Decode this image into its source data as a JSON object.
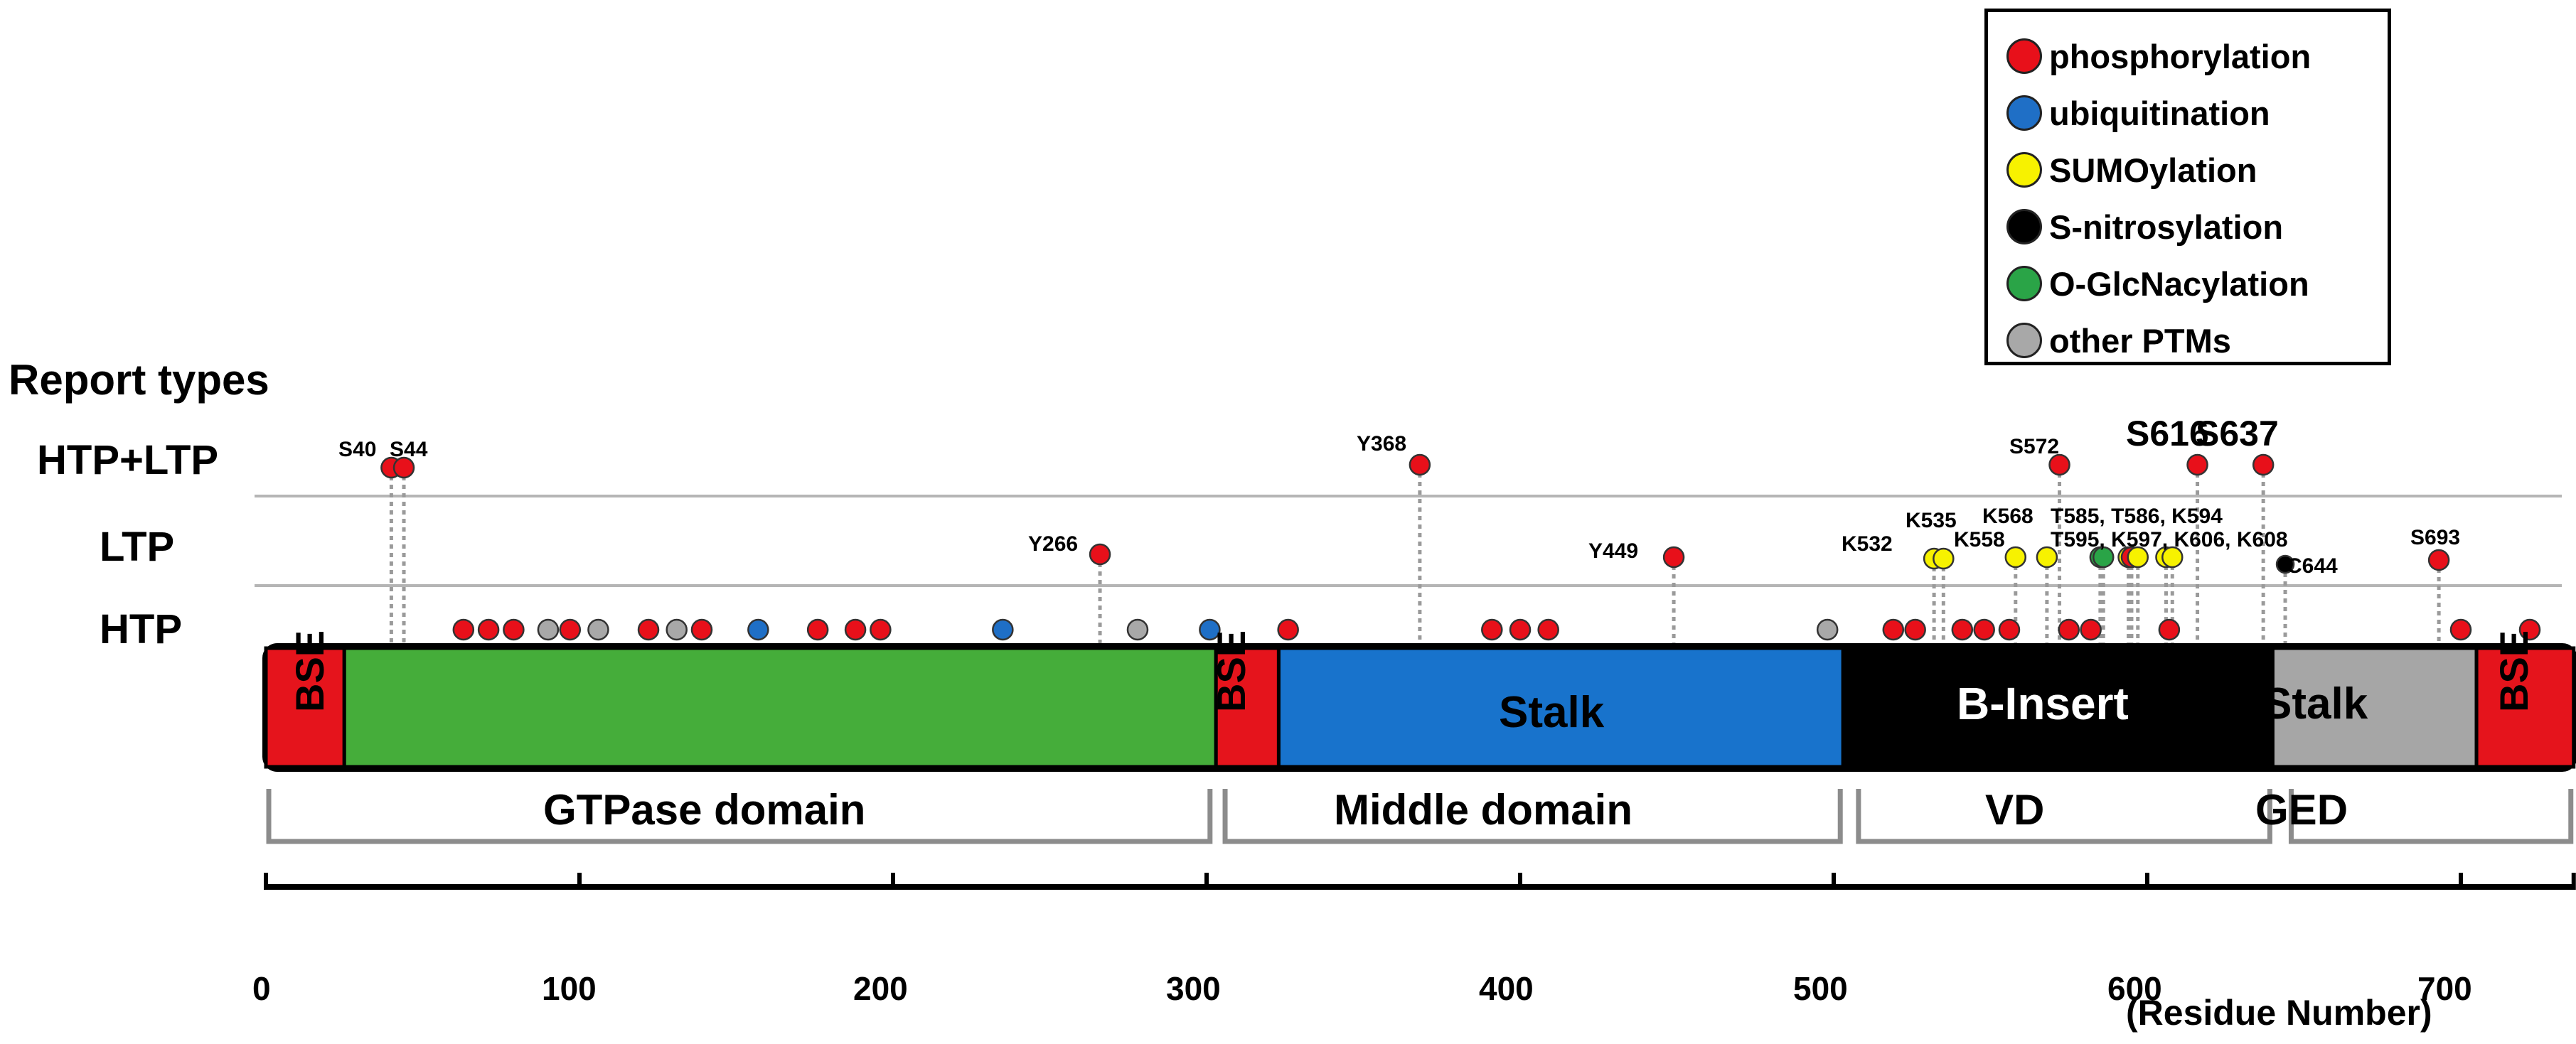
{
  "colors": {
    "phosphorylation": "#e8101a",
    "ubiquitination": "#1f6fc6",
    "sumoylation": "#f7f200",
    "s_nitrosylation": "#000000",
    "o_glcnacylation": "#2aa447",
    "other": "#a8a8a8",
    "gtpase": "#45ad3a",
    "stalk_mid": "#1873cc",
    "binsert": "#000000",
    "stalk_ged": "#a6a6a6",
    "bse": "#e5141c"
  },
  "legend": {
    "items": [
      {
        "key": "phosphorylation",
        "label": "phosphorylation"
      },
      {
        "key": "ubiquitination",
        "label": "ubiquitination"
      },
      {
        "key": "sumoylation",
        "label": "SUMOylation"
      },
      {
        "key": "s_nitrosylation",
        "label": "S-nitrosylation"
      },
      {
        "key": "o_glcnacylation",
        "label": "O-GlcNacylation"
      },
      {
        "key": "other",
        "label": "other PTMs"
      }
    ]
  },
  "report_types": {
    "heading": "Report types",
    "rows": [
      {
        "key": "htp_ltp",
        "label": "HTP+LTP"
      },
      {
        "key": "ltp",
        "label": "LTP"
      },
      {
        "key": "htp",
        "label": "HTP"
      }
    ]
  },
  "protein": {
    "domains": [
      {
        "name": "bse1",
        "label": "BSE",
        "start": 0,
        "end": 25,
        "color_key": "bse"
      },
      {
        "name": "gtpase-block",
        "label": "",
        "start": 25,
        "end": 303,
        "color_key": "gtpase"
      },
      {
        "name": "bse2",
        "label": "BSE",
        "start": 303,
        "end": 323,
        "color_key": "bse"
      },
      {
        "name": "stalk-middle",
        "label": "Stalk",
        "start": 323,
        "end": 503,
        "color_key": "stalk_mid"
      },
      {
        "name": "b-insert",
        "label": "B-Insert",
        "start": 503,
        "end": 640,
        "color_key": "binsert"
      },
      {
        "name": "stalk-ged",
        "label": "Stalk",
        "start": 640,
        "end": 705,
        "color_key": "stalk_ged"
      },
      {
        "name": "bse3",
        "label": "BSE",
        "start": 705,
        "end": 736,
        "color_key": "bse"
      }
    ],
    "regions": [
      {
        "label": "GTPase domain",
        "start": 0,
        "end": 302
      },
      {
        "label": "Middle domain",
        "start": 305,
        "end": 503
      },
      {
        "label": "VD",
        "start": 507,
        "end": 640
      },
      {
        "label": "GED",
        "start": 645,
        "end": 736
      }
    ]
  },
  "axis": {
    "ticks": [
      "0",
      "100",
      "200",
      "300",
      "400",
      "500",
      "600",
      "700"
    ],
    "tick_values": [
      0,
      100,
      200,
      300,
      400,
      500,
      600,
      700
    ],
    "range": [
      0,
      736
    ],
    "unit_label": "(Residue Number)"
  },
  "sites": {
    "htp_ltp": [
      {
        "residue": 40,
        "type": "phosphorylation",
        "label": "S40"
      },
      {
        "residue": 44,
        "type": "phosphorylation",
        "label": "S44"
      },
      {
        "residue": 368,
        "type": "phosphorylation",
        "label": "Y368"
      },
      {
        "residue": 572,
        "type": "phosphorylation",
        "label": "S572"
      },
      {
        "residue": 616,
        "type": "phosphorylation",
        "label": "S616"
      },
      {
        "residue": 637,
        "type": "phosphorylation",
        "label": "S637"
      }
    ],
    "ltp": [
      {
        "residue": 266,
        "type": "phosphorylation",
        "label": "Y266"
      },
      {
        "residue": 449,
        "type": "phosphorylation",
        "label": "Y449"
      },
      {
        "residue": 532,
        "type": "sumoylation",
        "label": "K532"
      },
      {
        "residue": 535,
        "type": "sumoylation",
        "label": "K535"
      },
      {
        "residue": 558,
        "type": "sumoylation",
        "label": "K558"
      },
      {
        "residue": 568,
        "type": "sumoylation",
        "label": "K568"
      },
      {
        "residue": 585,
        "type": "o_glcnacylation",
        "label": "T585"
      },
      {
        "residue": 586,
        "type": "o_glcnacylation",
        "label": "T586"
      },
      {
        "residue": 594,
        "type": "sumoylation",
        "label": "K594"
      },
      {
        "residue": 595,
        "type": "phosphorylation",
        "label": "T595"
      },
      {
        "residue": 597,
        "type": "sumoylation",
        "label": "K597"
      },
      {
        "residue": 606,
        "type": "sumoylation",
        "label": "K606"
      },
      {
        "residue": 608,
        "type": "sumoylation",
        "label": "K608"
      },
      {
        "residue": 644,
        "type": "s_nitrosylation",
        "label": "C644"
      },
      {
        "residue": 693,
        "type": "phosphorylation",
        "label": "S693"
      }
    ],
    "htp": [
      {
        "residue": 63,
        "type": "phosphorylation"
      },
      {
        "residue": 71,
        "type": "phosphorylation"
      },
      {
        "residue": 79,
        "type": "phosphorylation"
      },
      {
        "residue": 90,
        "type": "other"
      },
      {
        "residue": 97,
        "type": "phosphorylation"
      },
      {
        "residue": 106,
        "type": "other"
      },
      {
        "residue": 122,
        "type": "phosphorylation"
      },
      {
        "residue": 131,
        "type": "other"
      },
      {
        "residue": 139,
        "type": "phosphorylation"
      },
      {
        "residue": 157,
        "type": "ubiquitination"
      },
      {
        "residue": 176,
        "type": "phosphorylation"
      },
      {
        "residue": 188,
        "type": "phosphorylation"
      },
      {
        "residue": 196,
        "type": "phosphorylation"
      },
      {
        "residue": 235,
        "type": "ubiquitination"
      },
      {
        "residue": 278,
        "type": "other"
      },
      {
        "residue": 301,
        "type": "ubiquitination"
      },
      {
        "residue": 326,
        "type": "phosphorylation"
      },
      {
        "residue": 391,
        "type": "phosphorylation"
      },
      {
        "residue": 400,
        "type": "phosphorylation"
      },
      {
        "residue": 409,
        "type": "phosphorylation"
      },
      {
        "residue": 498,
        "type": "other"
      },
      {
        "residue": 519,
        "type": "phosphorylation"
      },
      {
        "residue": 526,
        "type": "phosphorylation"
      },
      {
        "residue": 541,
        "type": "phosphorylation"
      },
      {
        "residue": 548,
        "type": "phosphorylation"
      },
      {
        "residue": 556,
        "type": "phosphorylation"
      },
      {
        "residue": 575,
        "type": "phosphorylation"
      },
      {
        "residue": 582,
        "type": "phosphorylation"
      },
      {
        "residue": 607,
        "type": "phosphorylation"
      },
      {
        "residue": 700,
        "type": "phosphorylation"
      },
      {
        "residue": 722,
        "type": "phosphorylation"
      }
    ]
  }
}
